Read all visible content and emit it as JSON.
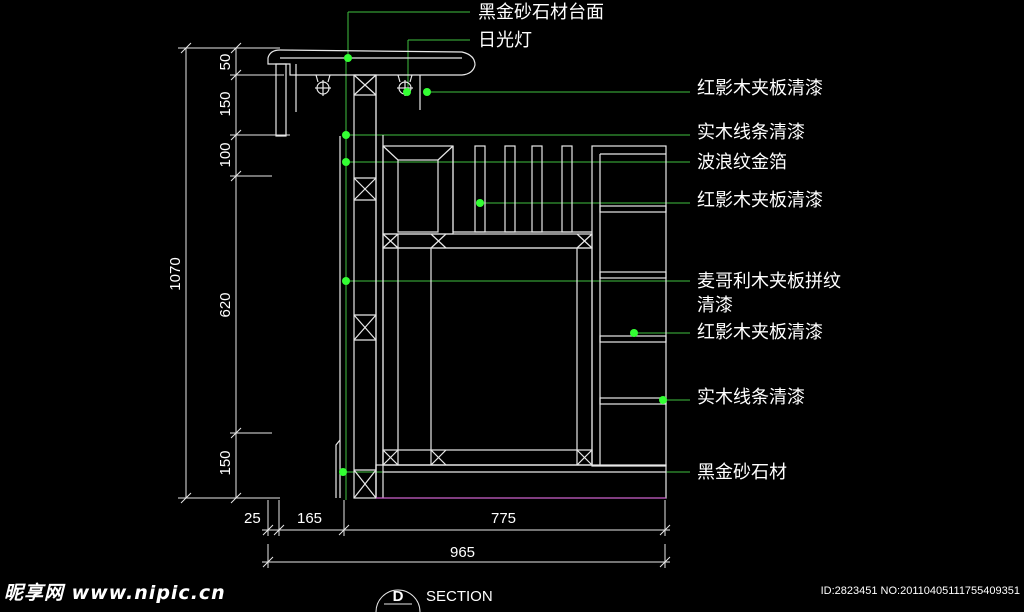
{
  "labels": {
    "top_stone": "黑金砂石材台面",
    "light": "日光灯",
    "red_shadow_1": "红影木夹板清漆",
    "solid_strip_1": "实木线条清漆",
    "wave_gold": "波浪纹金箔",
    "red_shadow_2": "红影木夹板清漆",
    "makore_line1": "麦哥利木夹板拼纹",
    "makore_line2": "清漆",
    "red_shadow_3": "红影木夹板清漆",
    "solid_strip_2": "实木线条清漆",
    "base_stone": "黑金砂石材"
  },
  "dimensions": {
    "v_total": "1070",
    "v_50": "50",
    "v_150_top": "150",
    "v_100": "100",
    "v_620": "620",
    "v_150_bottom": "150",
    "h_25": "25",
    "h_165": "165",
    "h_775": "775",
    "h_965": "965"
  },
  "section": {
    "mark": "D",
    "title": "SECTION"
  },
  "watermark": {
    "site": "昵享网 www.nipic.cn",
    "id": "ID:2823451 NO:20110405111755409351"
  },
  "colors": {
    "background": "#000000",
    "drawing": "#e8e8e8",
    "leader": "#3fbf3f",
    "dot": "#33ff33",
    "text": "#ffffff"
  }
}
